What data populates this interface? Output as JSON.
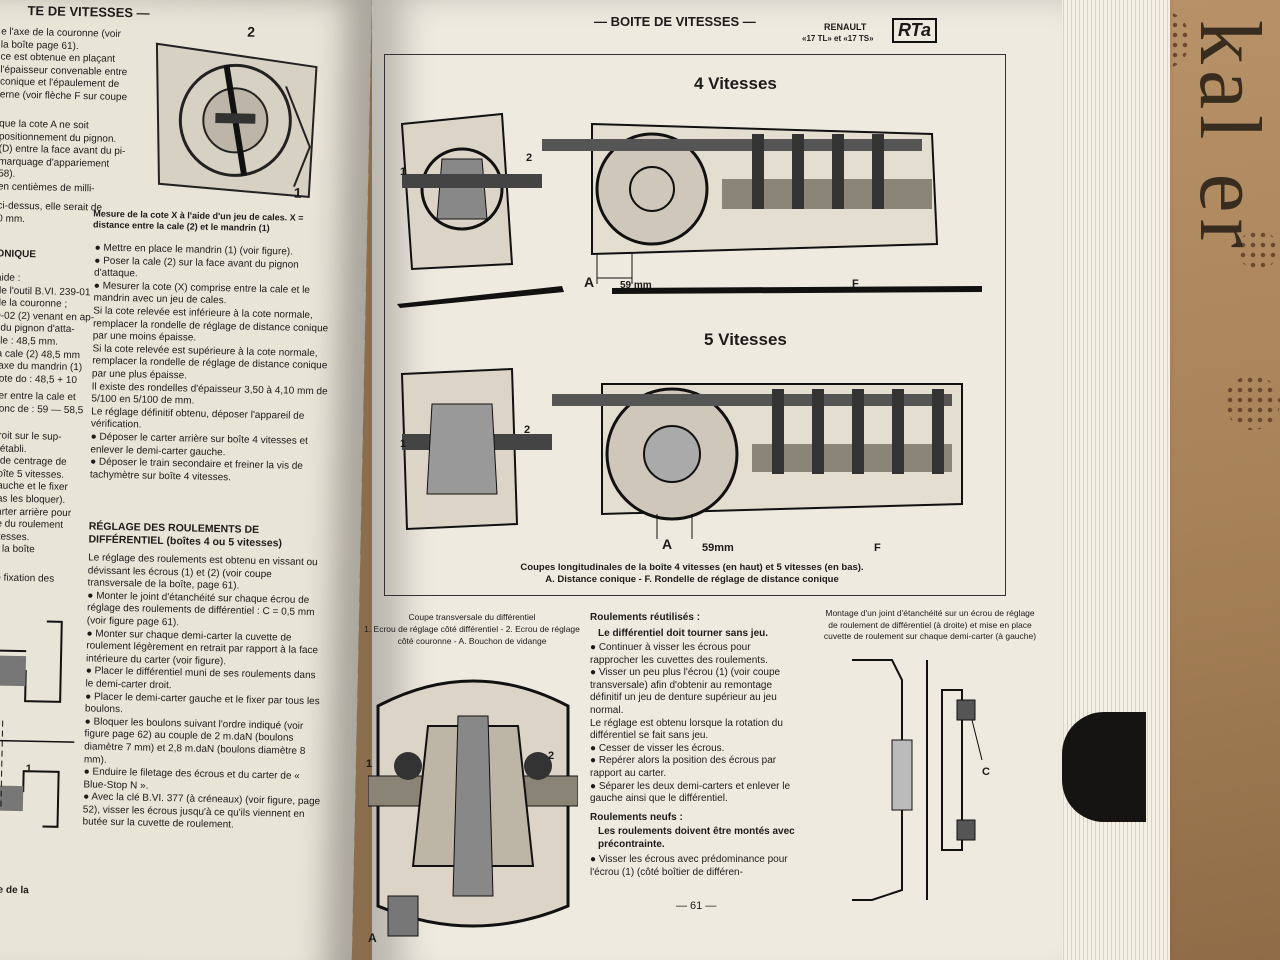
{
  "left_page": {
    "header": "TE DE VITESSES —",
    "intro_lines": [
      "e l'axe de la couronne (voir",
      "la boîte page 61).",
      "ce est obtenue en plaçant",
      "l'épaisseur convenable entre",
      "conique et l'épaulement de",
      "erne (voir flèche F sur coupe"
    ],
    "para2_lines": [
      "que la cote A ne soit",
      "positionnement du pignon.",
      "(D) entre la face avant du pi-",
      "marquage d'appariement",
      "58).",
      "en centièmes de milli-"
    ],
    "para3_lines": [
      "ci-dessus, elle serait de",
      "0 mm."
    ],
    "section_conique": "ONIQUE",
    "conique_lines": [
      "aide :",
      "de l'outil B.VI. 239-01",
      "de la couronne ;",
      "9-02 (2) venant en ap-",
      "t du pignon d'atta-",
      "ale : 48,5 mm.",
      "la cale (2) 48,5 mm",
      "l'axe du mandrin (1)",
      "cote do : 48,5 + 10"
    ],
    "lines_b": [
      "ser entre la cale et",
      "donc de : 59 — 58,5"
    ],
    "lines_c": [
      "droit sur le sup-",
      "d'établi.",
      "s de centrage de",
      "boîte 5 vitesses.",
      "gauche et le fixer",
      "pas les bloquer).",
      "carter arrière pour",
      "de du roulement",
      "vitesses.",
      "ur la boîte"
    ],
    "lines_d": [
      "de fixation des"
    ],
    "fig_caption": "Mesure de la cote X à l'aide d'un jeu de cales. X = distance entre la cale (2) et le mandrin (1)",
    "fig_labels": [
      "2",
      "1"
    ],
    "bullets_mid": [
      "● Mettre en place le mandrin (1) (voir figure).",
      "● Poser la cale (2) sur la face avant du pignon d'attaque.",
      "● Mesurer la cote (X) comprise entre la cale et le mandrin avec un jeu de cales.",
      "Si la cote relevée est inférieure à la cote normale, remplacer la rondelle de réglage de distance conique par une moins épaisse.",
      "Si la cote relevée est supérieure à la cote normale, remplacer la rondelle de réglage de distance conique par une plus épaisse.",
      "Il existe des rondelles d'épaisseur 3,50 à 4,10 mm de 5/100 en 5/100 de mm.",
      "Le réglage définitif obtenu, déposer l'appareil de vérification.",
      "● Déposer le carter arrière sur boîte 4 vitesses et enlever le demi-carter gauche.",
      "● Déposer le train secondaire et freiner la vis de tachymètre sur boîte 4 vitesses."
    ],
    "section_roulements": "RÉGLAGE DES ROULEMENTS DE DIFFÉRENTIEL (boîtes 4 ou 5 vitesses)",
    "roulements_lines": [
      "Le réglage des roulements est obtenu en vissant ou dévissant les écrous (1) et (2) (voir coupe transversale de la boîte, page 61).",
      "● Monter le joint d'étanchéité sur chaque écrou de réglage des roulements de différentiel : C = 0,5 mm (voir figure page 61).",
      "● Monter sur chaque demi-carter la cuvette de roulement légèrement en retrait par rapport à la face intérieure du carter (voir figure).",
      "● Placer le différentiel muni de ses roulements dans le demi-carter droit.",
      "● Placer le demi-carter gauche et le fixer par tous les boulons.",
      "● Bloquer les boulons suivant l'ordre indiqué (voir figure page 62) au couple de 2 m.daN (boulons diamètre 7 mm) et 2,8 m.daN (boulons diamètre 8 mm).",
      "● Enduire le filetage des écrous et du carter de « Blue-Stop N ».",
      "● Avec la clé B.VI. 377 (à créneaux) (voir figure, page 52), visser les écrous jusqu'à ce qu'ils viennent en butée sur la cuvette de roulement."
    ],
    "bottom_frag": "lage de la",
    "x_label": "X",
    "x_one": "1"
  },
  "right_page": {
    "header_title": "— BOITE DE VITESSES —",
    "brand": "RENAULT",
    "models": "«17 TL» et «17 TS»",
    "logo": "RTa",
    "fig1_title": "4 Vitesses",
    "fig2_title": "5 Vitesses",
    "label_A": "A",
    "label_59_top": "59 mm",
    "label_59_bottom": "59mm",
    "label_F": "F",
    "label_1": "1",
    "label_2": "2",
    "main_caption_1": "Coupes longitudinales de la boîte 4 vitesses (en haut) et 5 vitesses (en bas).",
    "main_caption_2": "A. Distance conique - F. Rondelle de réglage de distance conique",
    "diff_caption": "Coupe transversale du différentiel",
    "diff_caption_2": "1. Ecrou de réglage côté différentiel - 2. Ecrou de réglage côté couronne - A. Bouchon de vidange",
    "reused_title": "Roulements réutilisés :",
    "reused_bold": "Le différentiel doit tourner sans jeu.",
    "reused_lines": [
      "● Continuer à visser les écrous pour rapprocher les cuvettes des roulements.",
      "● Visser un peu plus l'écrou (1) (voir coupe transversale) afin d'obtenir au remontage définitif un jeu de denture supérieur au jeu normal.",
      "Le réglage est obtenu lorsque la rotation du différentiel se fait sans jeu.",
      "● Cesser de visser les écrous.",
      "● Repérer alors la position des écrous par rapport au carter.",
      "● Séparer les deux demi-carters et enlever le gauche ainsi que le différentiel."
    ],
    "new_title": "Roulements neufs :",
    "new_bold": "Les roulements doivent être montés avec précontrainte.",
    "new_lines": [
      "● Visser les écrous avec prédominance pour l'écrou (1) (côté boîtier de différen-"
    ],
    "joint_caption": "Montage d'un joint d'étanchéité sur un écrou de réglage de roulement de différentiel (à droite) et mise en place cuvette de roulement sur chaque demi-carter (à gauche)",
    "label_C": "C",
    "page_number": "— 61 —"
  },
  "background": {
    "cardboard_text": "kal er",
    "colors": {
      "paper": "#eeeae0",
      "ink": "#1d1b19",
      "cardboard": "#a78258",
      "tab": "#161412"
    }
  }
}
